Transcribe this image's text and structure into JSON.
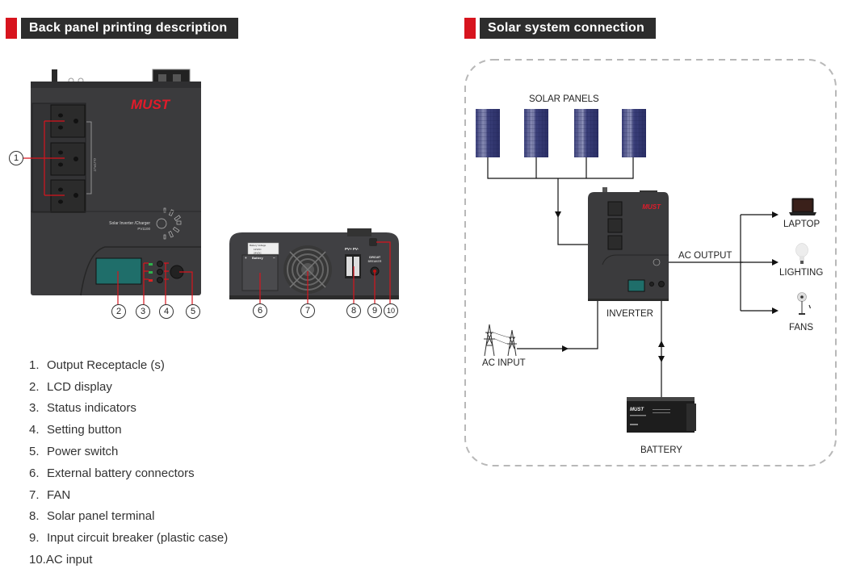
{
  "left_section": {
    "header": "Back panel printing description",
    "front_panel": {
      "brand": "MUST",
      "model_line1": "Solar Inverter /Charger",
      "model_line2": "PV1100",
      "output_label": "OUTPUT"
    },
    "rear_panel": {
      "battery_label": "Battery",
      "battery_table": [
        "Battery Voltage",
        "12VDC",
        "24VDC"
      ],
      "pv_label": "PV+ PV-",
      "breaker_label_1": "CIRCUIT",
      "breaker_label_2": "BREAKER"
    },
    "callouts": [
      "1",
      "2",
      "3",
      "4",
      "5",
      "6",
      "7",
      "8",
      "9",
      "10"
    ],
    "items": [
      {
        "num": "1.",
        "label": "Output Receptacle (s)"
      },
      {
        "num": "2.",
        "label": "LCD display"
      },
      {
        "num": "3.",
        "label": "Status indicators"
      },
      {
        "num": "4.",
        "label": "Setting button"
      },
      {
        "num": "5.",
        "label": "Power switch"
      },
      {
        "num": "6.",
        "label": "External battery connectors"
      },
      {
        "num": "7.",
        "label": "FAN"
      },
      {
        "num": "8.",
        "label": "Solar panel terminal"
      },
      {
        "num": "9.",
        "label": "Input circuit breaker (plastic case)"
      },
      {
        "num": "10.",
        "label": "AC input"
      }
    ]
  },
  "right_section": {
    "header": "Solar system connection",
    "labels": {
      "solar_panels": "SOLAR PANELS",
      "inverter": "INVERTER",
      "ac_output": "AC OUTPUT",
      "ac_input": "AC INPUT",
      "battery": "BATTERY",
      "laptop": "LAPTOP",
      "lighting": "LIGHTING",
      "fans": "FANS"
    },
    "battery_brand": "MUST",
    "inverter_brand": "MUST"
  },
  "colors": {
    "accent_red": "#d7141e",
    "header_dark": "#2d2d2d",
    "device_body": "#3b3b3d",
    "lcd": "#1f6e6a",
    "dashed_border": "#b8b8b8",
    "panel_blue": "#2e3570"
  }
}
